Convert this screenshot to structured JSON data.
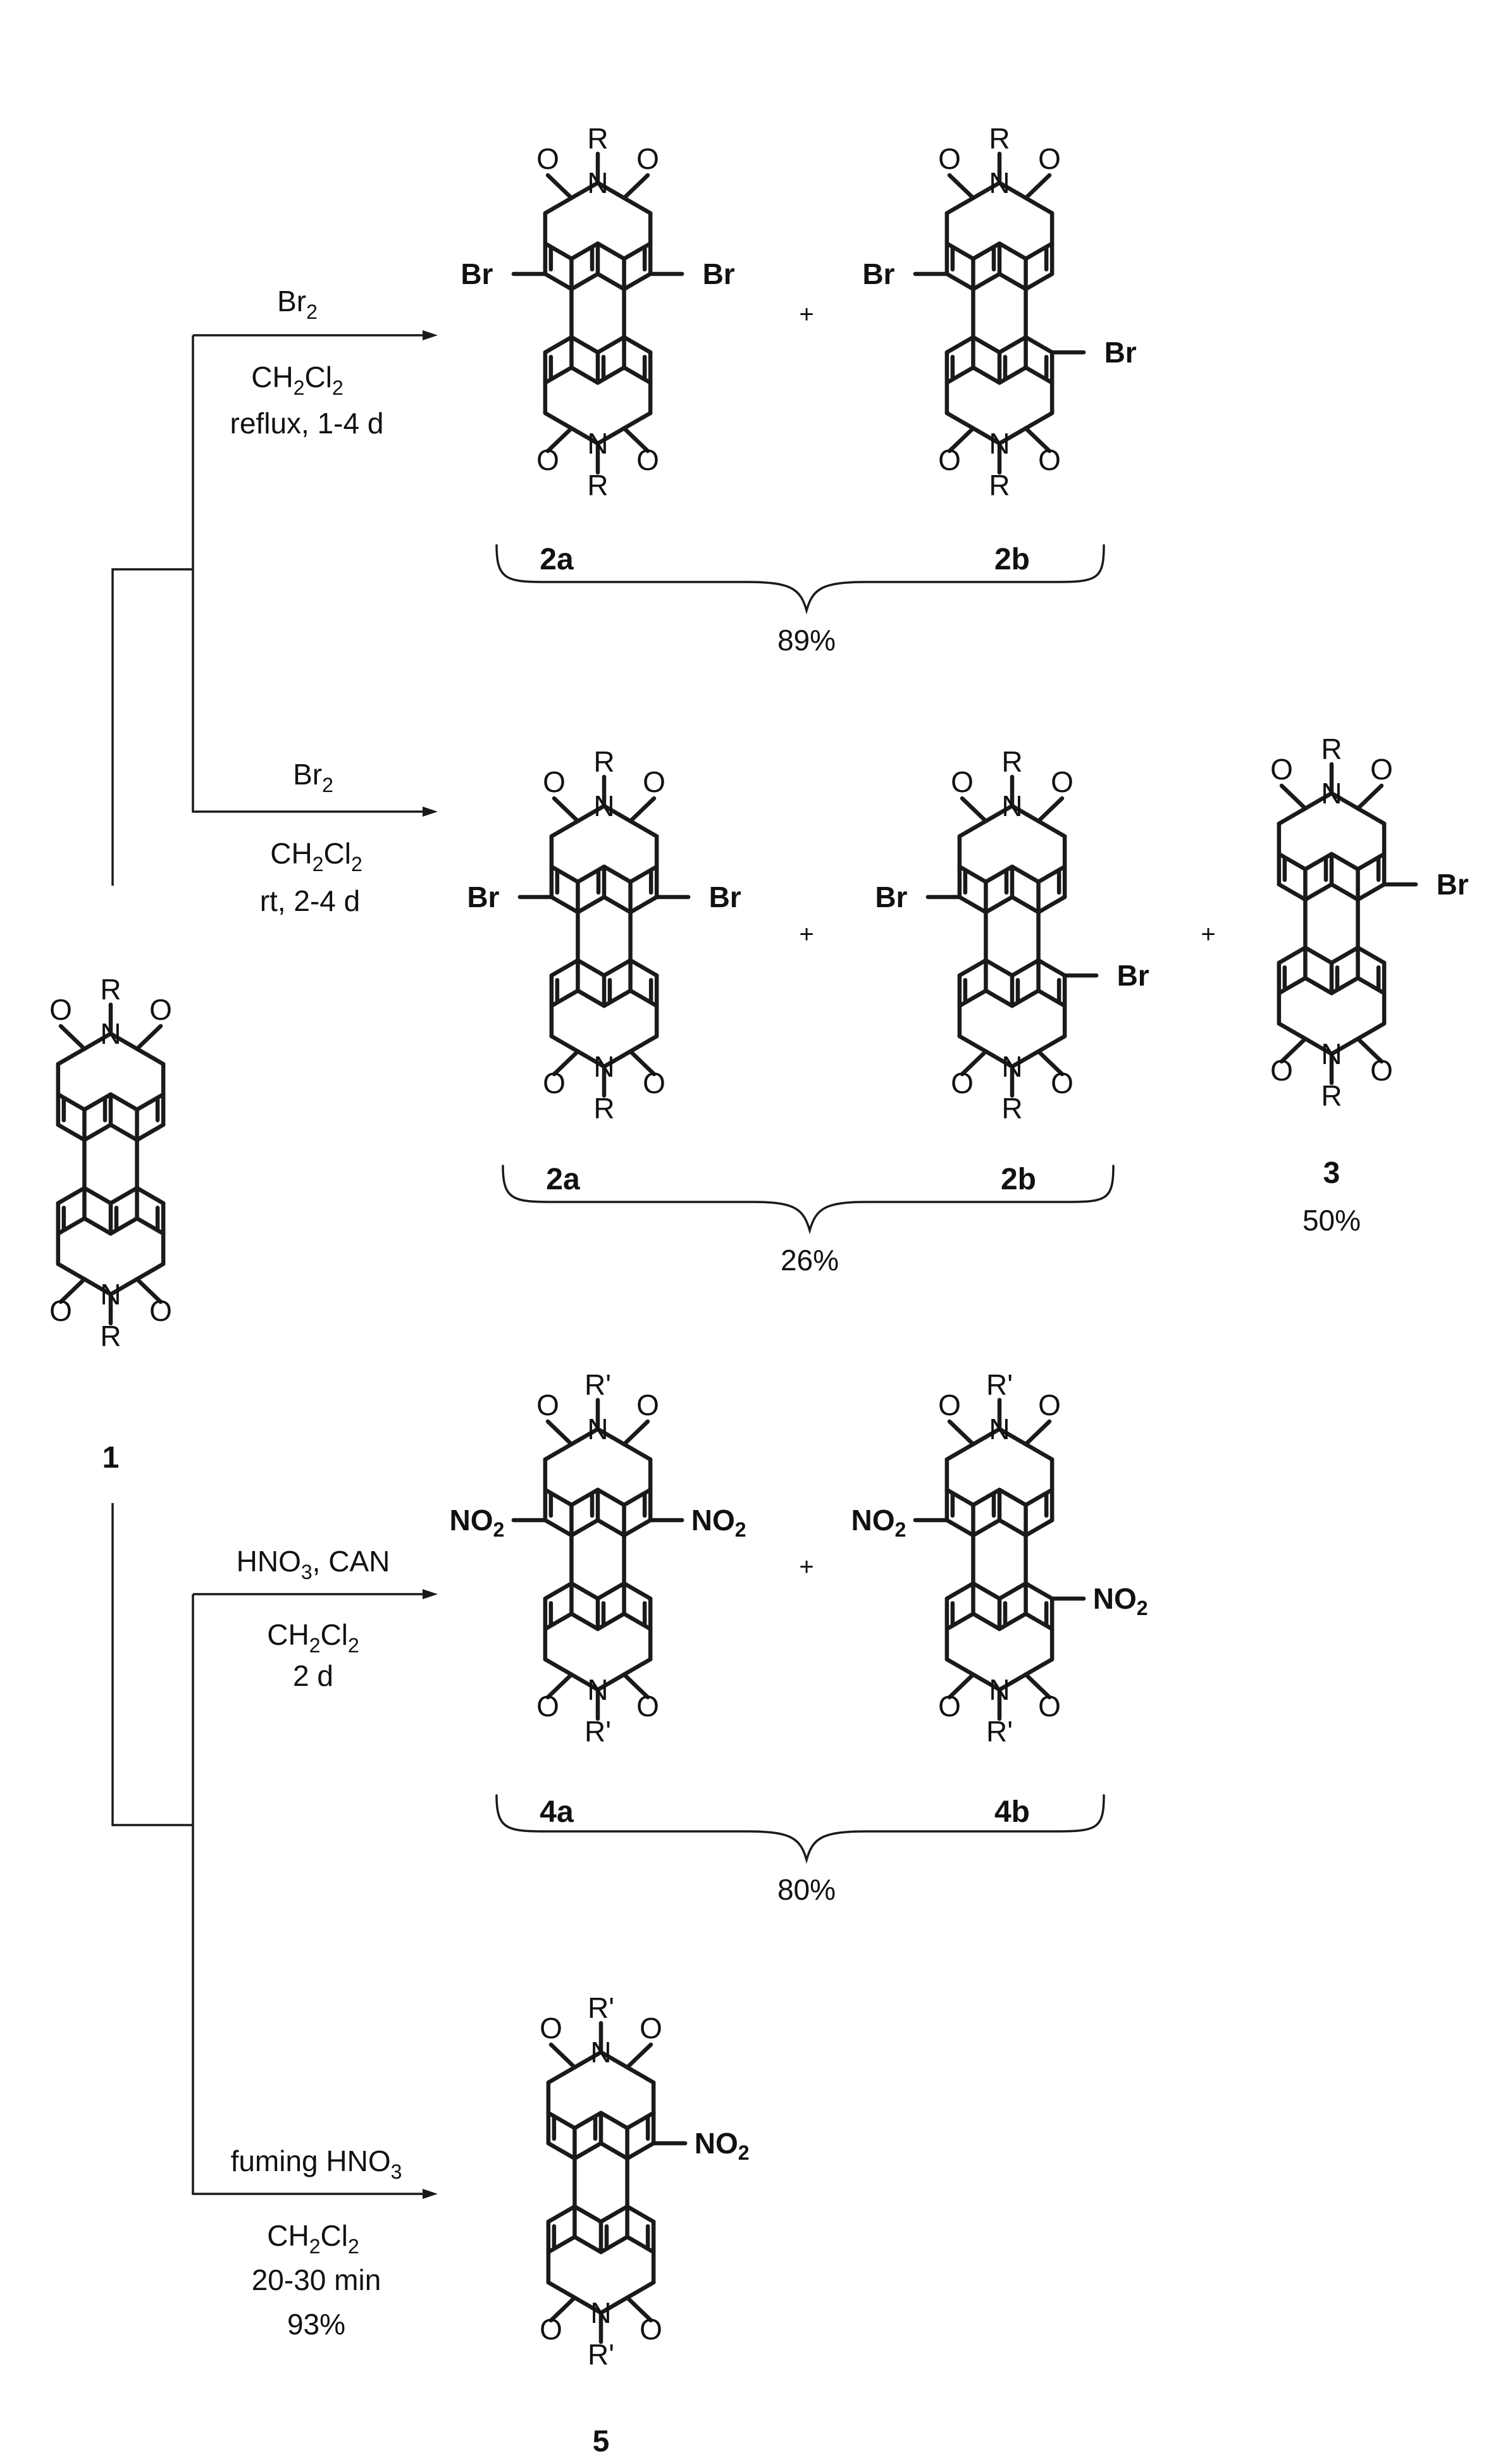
{
  "atoms": {
    "oxygen": "O",
    "nitrogen": "N",
    "bromine": "Br",
    "nitro": "NO2"
  },
  "r_groups": {
    "R": "R",
    "R_prime": "R'"
  },
  "compounds": {
    "c1": {
      "label": "1",
      "substituent": "R"
    },
    "c2a": {
      "label": "2a",
      "substituent": "R"
    },
    "c2b": {
      "label": "2b",
      "substituent": "R"
    },
    "c3": {
      "label": "3",
      "substituent": "R"
    },
    "c4a": {
      "label": "4a",
      "substituent": "R'"
    },
    "c4b": {
      "label": "4b",
      "substituent": "R'"
    },
    "c5": {
      "label": "5",
      "substituent": "R'"
    }
  },
  "reactions": [
    {
      "reagent": "Br2",
      "conditions": [
        "CH2Cl2",
        "reflux, 1-4 d"
      ]
    },
    {
      "reagent": "Br2",
      "conditions": [
        "CH2Cl2",
        "rt, 2-4 d"
      ]
    },
    {
      "reagent": "HNO3, CAN",
      "conditions": [
        "CH2Cl2",
        "2 d"
      ]
    },
    {
      "reagent": "fuming HNO3",
      "conditions": [
        "CH2Cl2",
        "20-30 min",
        "93%"
      ]
    }
  ],
  "yields": {
    "r1_2a_2b": "89%",
    "r2_2a_2b": "26%",
    "r2_3": "50%",
    "r3_4a_4b": "80%"
  },
  "plus_sign": "+",
  "colors": {
    "bromine": "#e8141d",
    "nitro": "#1530d8",
    "ink": "#1a1a1a"
  }
}
